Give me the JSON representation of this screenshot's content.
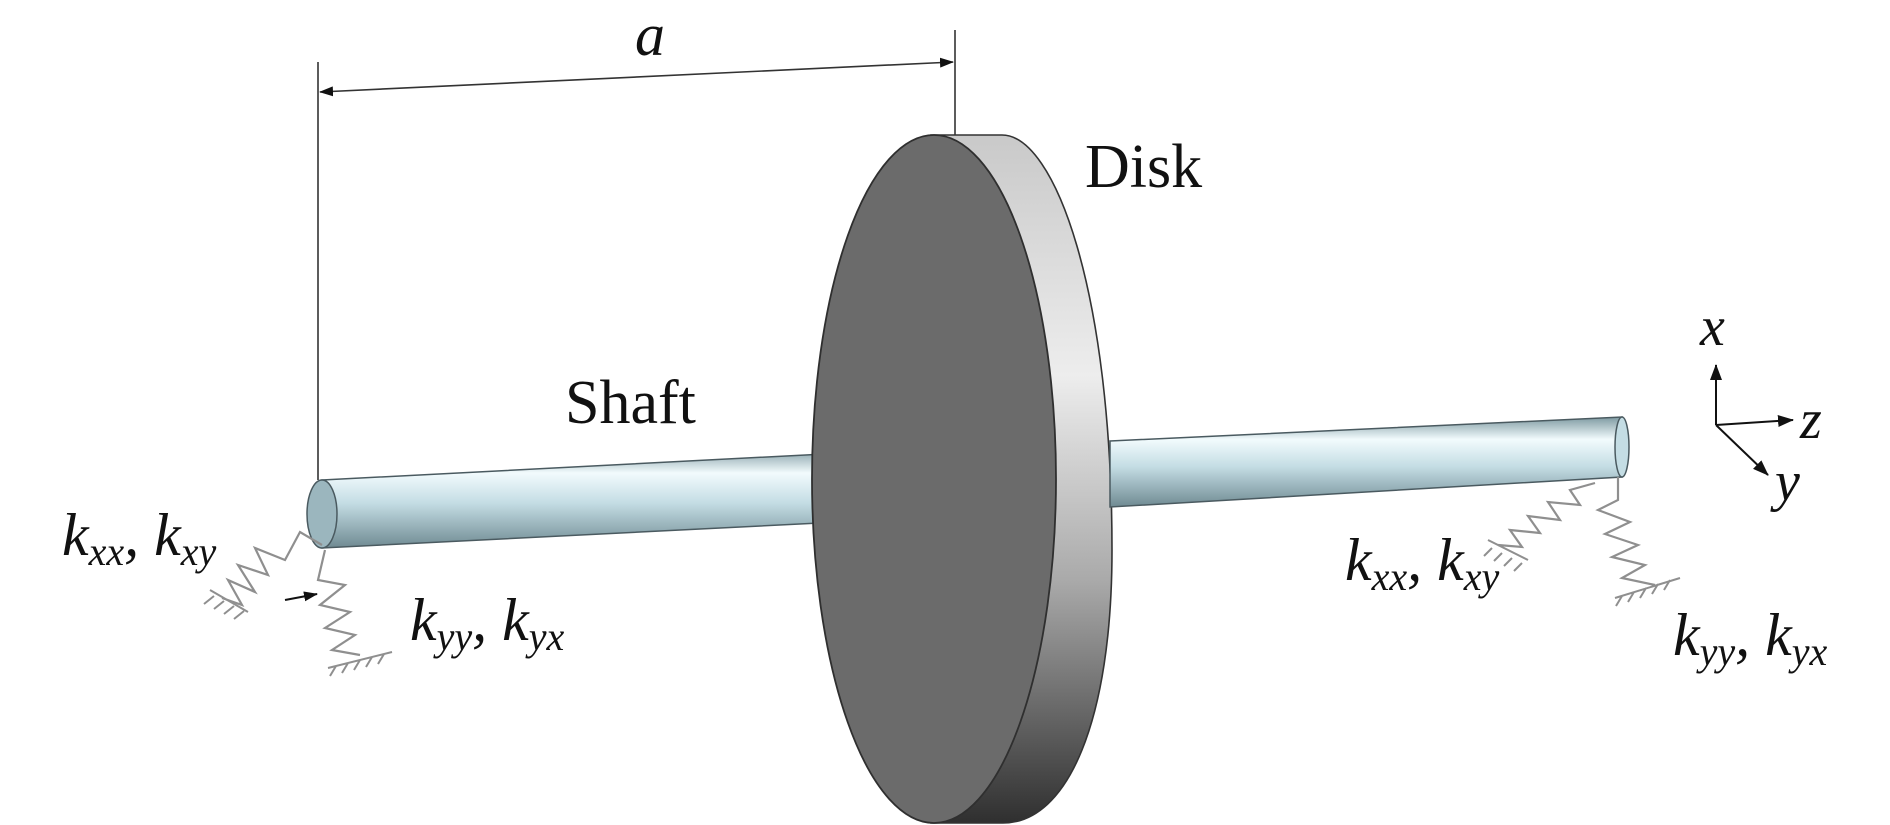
{
  "labels": {
    "dimension": "a",
    "disk": "Disk",
    "shaft": "Shaft"
  },
  "axes": {
    "x": "x",
    "z": "z",
    "y": "y"
  },
  "bearings": {
    "left": {
      "k1": "k",
      "k1_sub": "xx",
      "sep1": ", ",
      "k2": "k",
      "k2_sub": "xy",
      "k3": "k",
      "k3_sub": "yy",
      "sep2": ", ",
      "k4": "k",
      "k4_sub": "yx"
    },
    "right": {
      "k1": "k",
      "k1_sub": "xx",
      "sep1": ", ",
      "k2": "k",
      "k2_sub": "xy",
      "k3": "k",
      "k3_sub": "yy",
      "sep2": ", ",
      "k4": "k",
      "k4_sub": "yx"
    }
  },
  "colors": {
    "disk_face": "#6b6b6b",
    "disk_rim_light": "#e6e6e6",
    "disk_rim_dark": "#3a3a3a",
    "shaft_light": "#f2fbfd",
    "shaft_mid": "#b9d4dc",
    "shaft_dark": "#6f8a92"
  }
}
